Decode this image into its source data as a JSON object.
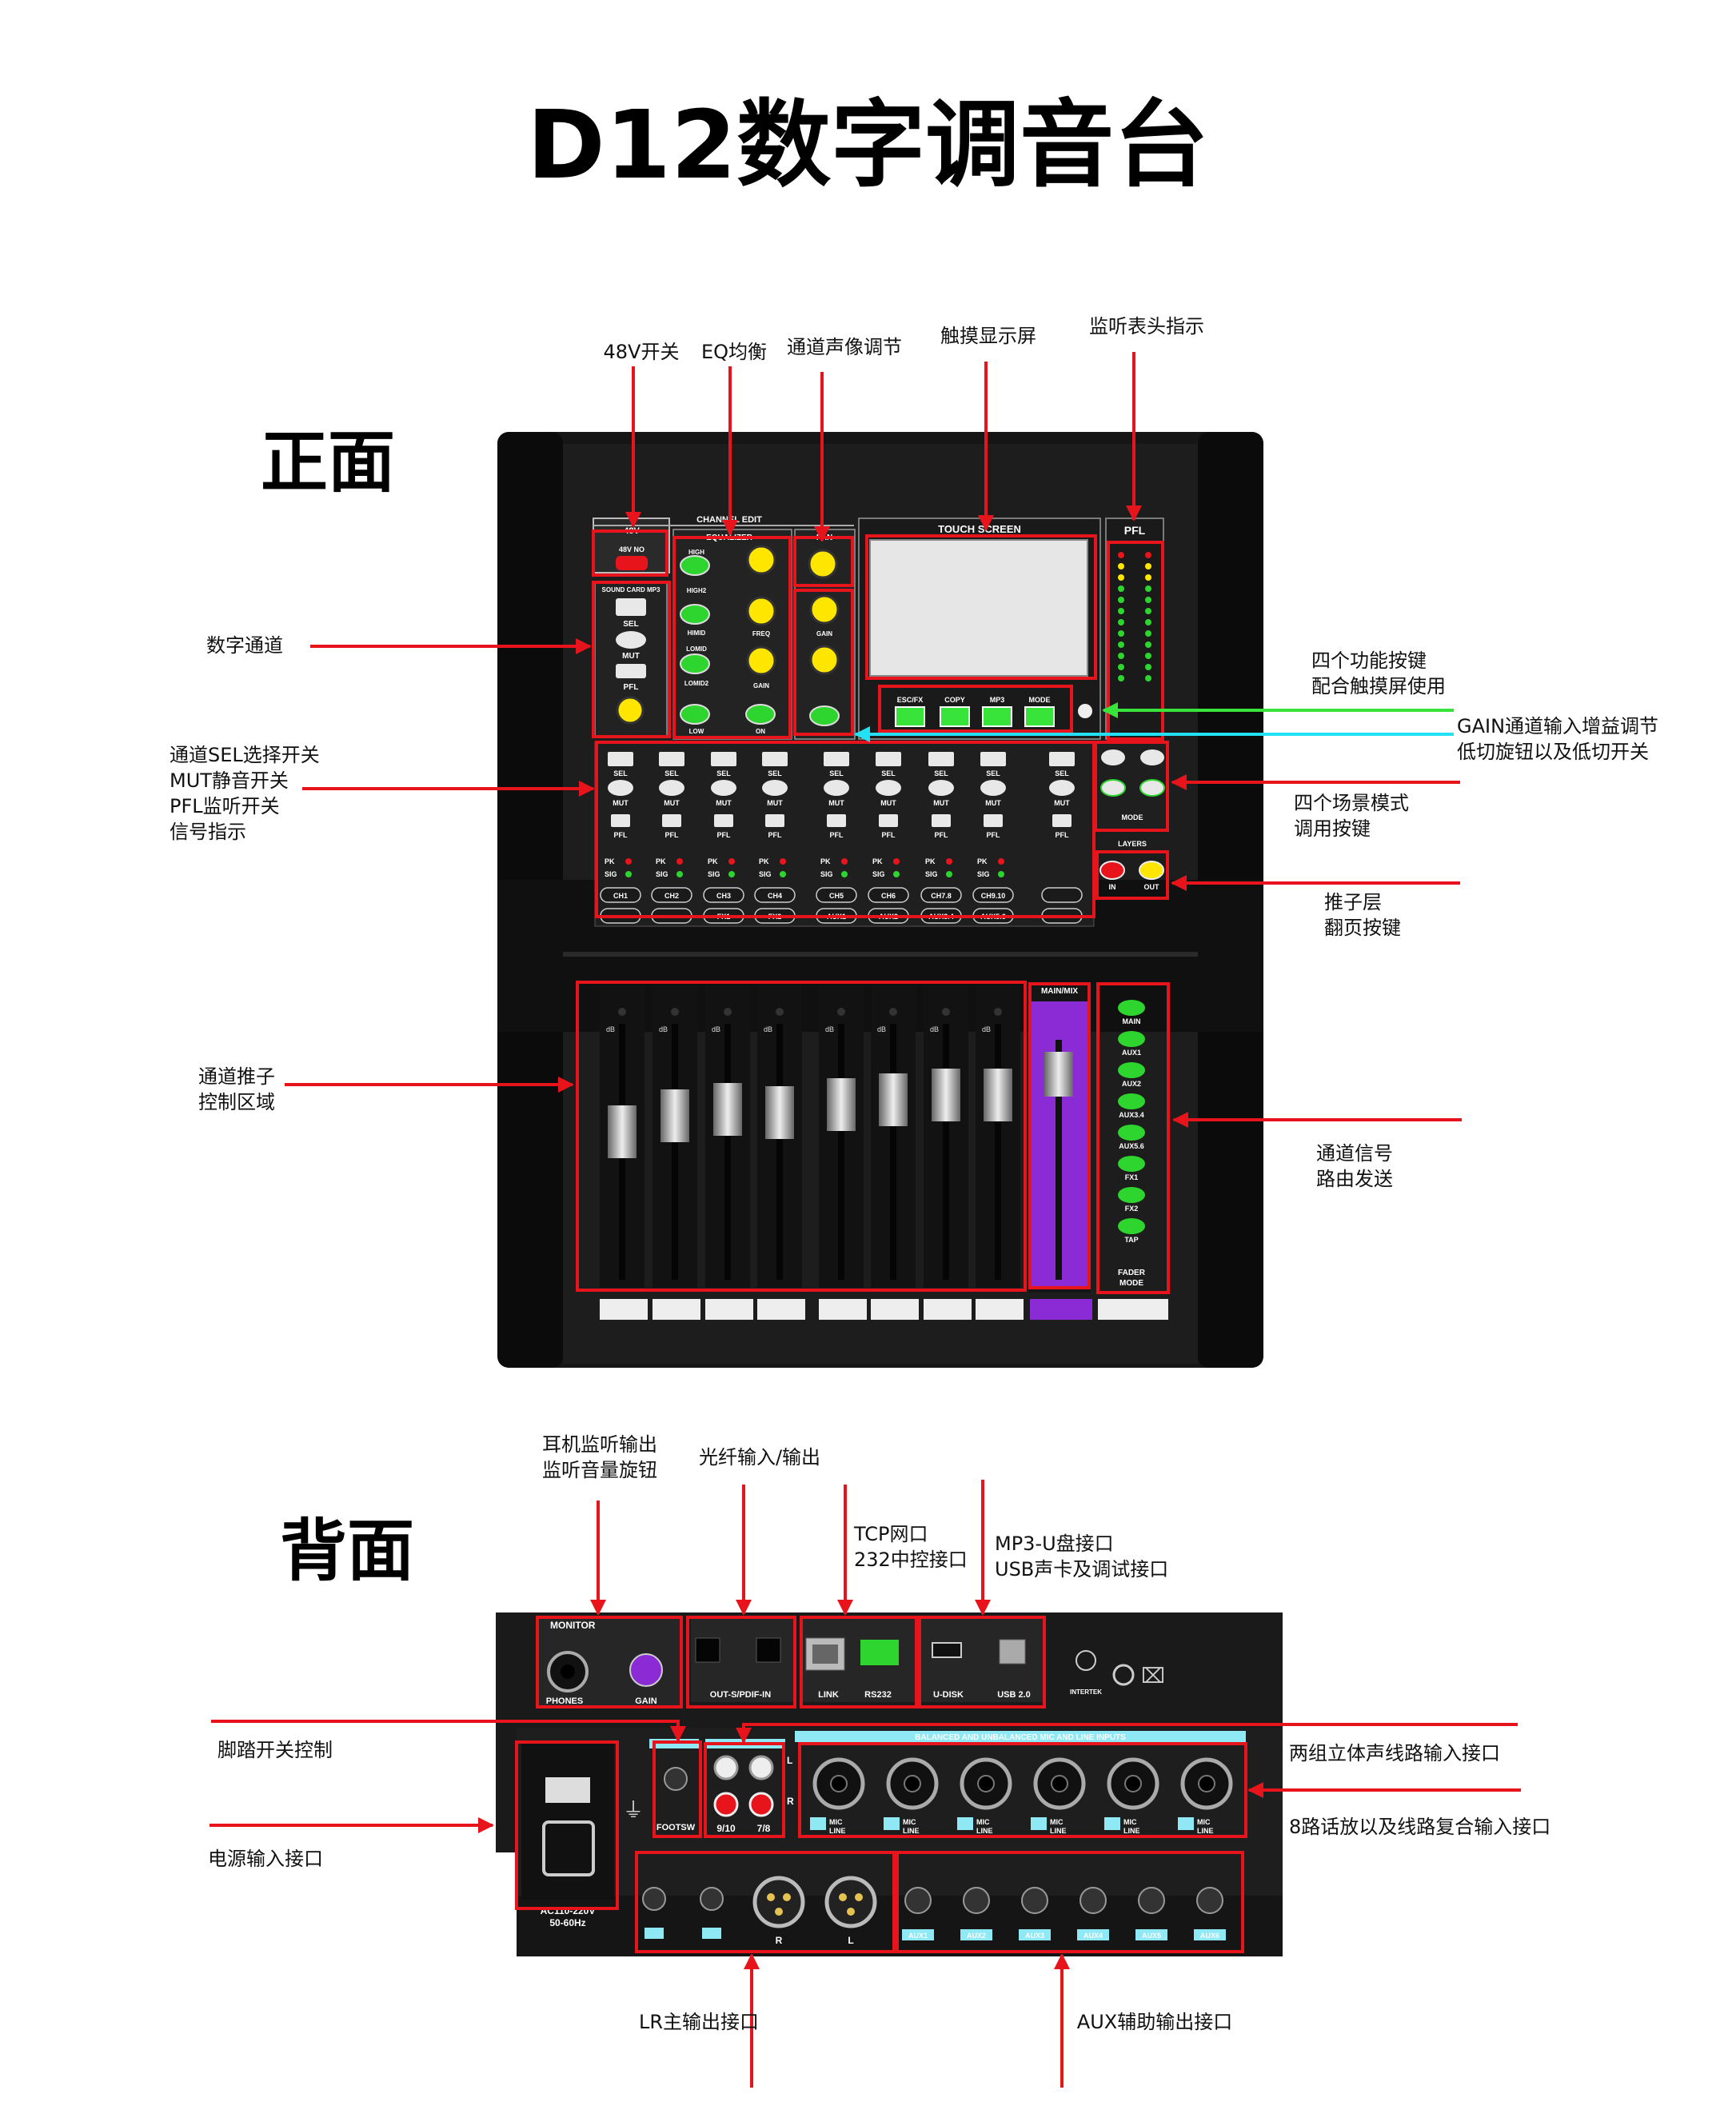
{
  "title": "D12数字调音台",
  "front_heading": "正面",
  "back_heading": "背面",
  "front_callouts": {
    "phantom": "48V开关",
    "eq": "EQ均衡",
    "pan": "通道声像调节",
    "touch": "触摸显示屏",
    "meter": "监听表头指示",
    "digital_channel": "数字通道",
    "func_keys": [
      "四个功能按键",
      "配合触摸屏使用"
    ],
    "gain": [
      "GAIN通道输入增益调节",
      "低切旋钮以及低切开关"
    ],
    "sel_block": [
      "通道SEL选择开关",
      "MUT静音开关",
      "PFL监听开关",
      "信号指示"
    ],
    "scene": [
      "四个场景模式",
      "调用按键"
    ],
    "layer": [
      "推子层",
      "翻页按键"
    ],
    "fader_area": [
      "通道推子",
      "控制区域"
    ],
    "routing": [
      "通道信号",
      "路由发送"
    ]
  },
  "back_callouts": {
    "phones": [
      "耳机监听输出",
      "监听音量旋钮"
    ],
    "optical": "光纤输入/输出",
    "tcp": [
      "TCP网口",
      "232中控接口"
    ],
    "usb": [
      "MP3-U盘接口",
      "USB声卡及调试接口"
    ],
    "footsw": "脚踏开关控制",
    "power": "电源输入接口",
    "stereo_in": "两组立体声线路输入接口",
    "mic_in": "8路话放以及线路复合输入接口",
    "lr_out": "LR主输出接口",
    "aux_out": "AUX辅助输出接口"
  },
  "front_panel": {
    "phantom_label": "48V",
    "phantom_sub": "48V NO",
    "channel_edit": "CHANNEL EDIT",
    "equalizer": "EQUALIZER",
    "pan": "PAN",
    "soundcard": "SOUND CARD MP3",
    "sel": "SEL",
    "mut": "MUT",
    "pfl": "PFL",
    "eq_bands": [
      "HIGH",
      "HIGH2",
      "HIMID",
      "LOMID",
      "LOMID2",
      "LOW"
    ],
    "eq_on": "ON",
    "gain_label": "GAIN",
    "freq_label": "FREQ",
    "touch_screen": "TOUCH SCREEN",
    "func_buttons": [
      "ESC/FX",
      "COPY",
      "MP3",
      "MODE"
    ],
    "meter_title": "PFL",
    "channel_names": [
      "CH1",
      "CH2",
      "CH3",
      "CH4",
      "CH5",
      "CH6",
      "CH7.8",
      "CH9.10"
    ],
    "channel_names2": [
      "",
      "",
      "FX1",
      "FX2",
      "AUX1",
      "AUX2",
      "AUX3.4",
      "AUX5.6"
    ],
    "pk": "PK",
    "sig": "SIG",
    "mode": "MODE",
    "layers": "LAYERS",
    "layer_in": "IN",
    "layer_out": "OUT",
    "main_mix": "MAIN/MIX",
    "routing_buttons": [
      "MAIN",
      "AUX1",
      "AUX2",
      "AUX3.4",
      "AUX5.6",
      "FX1",
      "FX2",
      "TAP"
    ],
    "fader_mode": [
      "FADER",
      "MODE"
    ],
    "db": "dB"
  },
  "rear_panel": {
    "monitor": "MONITOR",
    "phones": "PHONES",
    "gain": "GAIN",
    "optical": "OUT-S/PDIF-IN",
    "link": "LINK",
    "rs232": "RS232",
    "udisk": "U-DISK",
    "usb": "USB 2.0",
    "intertek": "INTERTEK",
    "footsw": "FOOTSW",
    "rca": [
      "9/10",
      "7/8"
    ],
    "rca_lr": [
      "L",
      "R"
    ],
    "combo_inputs_title": "BALANCED AND UNBALANCED MIC AND LINE INPUTS",
    "mic_line": [
      "MIC",
      "LINE"
    ],
    "power": [
      "AC110-220V",
      "50-60Hz"
    ],
    "lr_labels": [
      "R",
      "L"
    ],
    "aux_jacks": [
      "AUX1",
      "AUX2",
      "AUX3",
      "AUX4",
      "AUX5",
      "AUX6"
    ]
  },
  "colors": {
    "callout_red": "#e8141b",
    "callout_green": "#38e33a",
    "callout_cyan": "#24e0f5",
    "panel": "#1b1b1b",
    "led_green": "#2ed52e",
    "knob_yellow": "#ffe600",
    "purple": "#8a2bd6"
  }
}
